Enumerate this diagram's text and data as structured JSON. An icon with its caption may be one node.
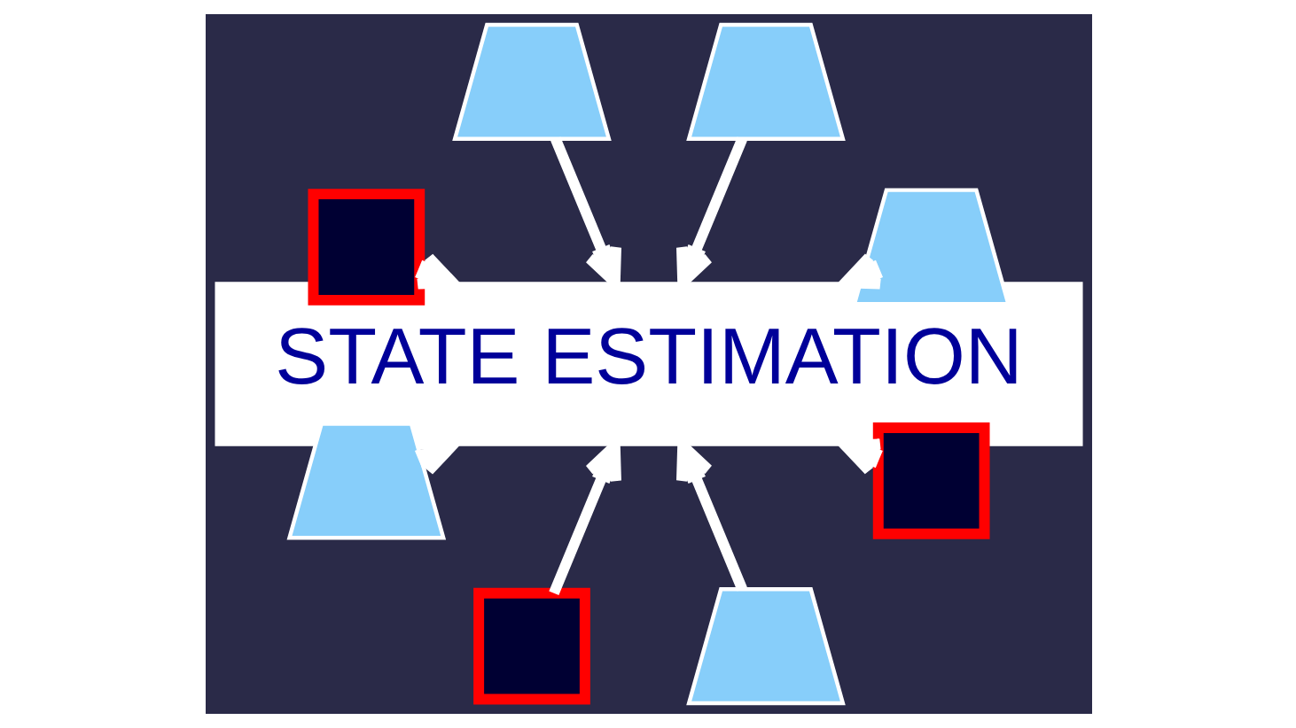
{
  "diagram": {
    "nodes": [
      {
        "text": [
          "STATE ESTIMATION"
        ]
      },
      {
        "text": [],
        "shape": "trapezoid"
      },
      {
        "text": [],
        "shape": "trapezoid"
      },
      {
        "text": [],
        "shape": "trapezoid"
      },
      {
        "text": [],
        "shape": "box"
      },
      {
        "text": [],
        "shape": "trapezoid"
      },
      {
        "text": [],
        "shape": "box"
      },
      {
        "text": [],
        "shape": "trapezoid"
      },
      {
        "text": [],
        "shape": "box"
      }
    ],
    "edges": [
      {
        "from": 1,
        "to": 0,
        "arrow": "to"
      },
      {
        "from": 2,
        "to": 0,
        "arrow": "to"
      },
      {
        "from": 3,
        "to": 0,
        "arrow": "to"
      },
      {
        "from": 4,
        "to": 0,
        "arrow": "to"
      },
      {
        "from": 5,
        "to": 0,
        "arrow": "to"
      },
      {
        "from": 6,
        "to": 0,
        "arrow": "to"
      },
      {
        "from": 7,
        "to": 0,
        "arrow": "to"
      },
      {
        "from": 8,
        "to": 0,
        "arrow": "to"
      }
    ]
  }
}
